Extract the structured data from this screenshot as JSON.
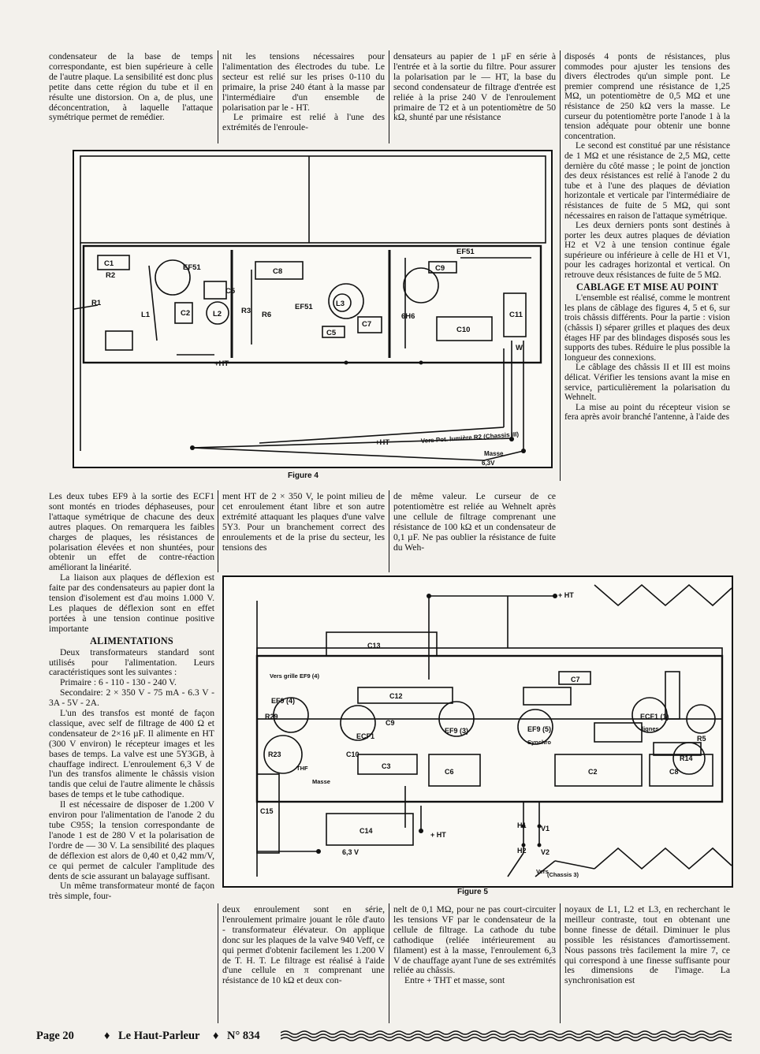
{
  "columns": {
    "c1_top": [
      "condensateur de la base de temps correspondante, est bien supérieure à celle de l'autre plaque. La sensibilité est donc plus petite dans cette région du tube et il en résulte une distorsion. On a, de plus, une déconcentration, à laquelle l'attaque symétrique permet de remédier."
    ],
    "c2_top": [
      "nit les tensions nécessaires pour l'alimentation des électrodes du tube. Le secteur est relié sur les prises 0-110 du primaire, la prise 240 étant à la masse par l'intermédiaire d'un ensemble de polarisation par le - HT.",
      "Le primaire est relié à l'une des extrémités de l'enroule-"
    ],
    "c3_top": [
      "densateurs au papier de 1 µF en série à l'entrée et à la sortie du filtre. Pour assurer la polarisation par le — HT, la base du second condensateur de filtrage d'entrée est reliée à la prise 240 V de l'enroulement primaire de T2 et à un potentiomètre de 50 kΩ, shunté par une résistance"
    ],
    "c4": [
      "disposés 4 ponts de résistances, plus commodes pour ajuster les tensions des divers électrodes qu'un simple pont. Le premier comprend une résistance de 1,25 MΩ, un potentiomètre de 0,5 MΩ et une résistance de 250 kΩ vers la masse. Le curseur du potentiomètre porte l'anode 1 à la tension adéquate pour obtenir une bonne concentration.",
      "Le second est constitué par une résistance de 1 MΩ et une résistance de 2,5 MΩ, cette dernière du côté masse ; le point de jonction des deux résistances est relié à l'anode 2 du tube et à l'une des plaques de déviation horizontale et verticale par l'intermédiaire de résistances de fuite de 5 MΩ, qui sont nécessaires en raison de l'attaque symétrique.",
      "Les deux derniers ponts sont destinés à porter les deux autres plaques de déviation H2 et V2 à une tension continue égale supérieure ou inférieure à celle de H1 et V1, pour les cadrages horizontal et vertical. On retrouve deux résistances de fuite de 5 MΩ."
    ],
    "c4_heading": "CABLAGE ET MISE AU POINT",
    "c4_b": [
      "L'ensemble est réalisé, comme le montrent les plans de câblage des figures 4, 5 et 6, sur trois châssis différents. Pour la partie : vision (châssis I) séparer grilles et plaques des deux étages HF par des blindages disposés sous les supports des tubes. Réduire le plus possible la longueur des connexions.",
      "Le câblage des châssis II et III est moins délicat. Vérifier les tensions avant la mise en service, particulièrement la polarisation du Wehnelt.",
      "La mise au point du récepteur vision se fera après avoir branché l'antenne, à l'aide des"
    ],
    "c1_mid": [
      "Les deux tubes EF9 à la sortie des ECF1 sont montés en triodes déphaseuses, pour l'attaque symétrique de chacune des deux autres plaques. On remarquera les faibles charges de plaques, les résistances de polarisation élevées et non shuntées, pour obtenir un effet de contre-réaction améliorant la linéarité.",
      "La liaison aux plaques de déflexion est faite par des condensateurs au papier dont la tension d'isolement est d'au moins 1.000 V. Les plaques de déflexion sont en effet portées à une tension continue positive importante"
    ],
    "c1_heading": "ALIMENTATIONS",
    "c1_b": [
      "Deux transformateurs standard sont utilisés pour l'alimentation. Leurs caractéristiques sont les suivantes :"
    ],
    "c1_specs": [
      "Primaire : 6 - 110 - 130 - 240 V.",
      "Secondaire: 2 × 350 V - 75 mA - 6.3 V - 3A - 5V - 2A."
    ],
    "c1_c": [
      "L'un des transfos est monté de façon classique, avec self de filtrage de 400 Ω et condensateur de 2×16 µF. Il alimente en HT (300 V environ) le récepteur images et les bases de temps. La valve est une 5Y3GB, à chauffage indirect. L'enroulement 6,3 V de l'un des transfos alimente le châssis vision tandis que celui de l'autre alimente le châssis bases de temps et le tube cathodique.",
      "Il est nécessaire de disposer de 1.200 V environ pour l'alimentation de l'anode 2 du tube C95S; la tension correspondante de l'anode 1 est de 280 V et la polarisation de l'ordre de — 30 V. La sensibilité des plaques de déflexion est alors de 0,40 et 0,42 mm/V, ce qui permet de calculer l'amplitude des dents de scie assurant un balayage suffisant.",
      "Un même transformateur monté de façon très simple, four-"
    ],
    "c2_mid": [
      "ment HT de 2 × 350 V, le point milieu de cet enroulement étant libre et son autre extrémité attaquant les plaques d'une valve 5Y3. Pour un branchement correct des enroulements et de la prise du secteur, les tensions des"
    ],
    "c3_mid": [
      "de même valeur. Le curseur de ce potentiomètre est reliée au Wehnelt après une cellule de filtrage comprenant une résistance de 100 kΩ et un condensateur de 0,1 µF. Ne pas oublier la résistance de fuite du Weh-"
    ],
    "c2_bot": [
      "deux enroulement sont en série, l'enroulement primaire jouant le rôle d'auto - transformateur élévateur. On applique donc sur les plaques de la valve 940 Veff, ce qui permet d'obtenir facilement les 1.200 V de T. H. T. Le filtrage est réalisé à l'aide d'une cellule en π comprenant une résistance de 10 kΩ et deux con-"
    ],
    "c3_bot": [
      "nelt de 0,1 MΩ, pour ne pas court-circuiter les tensions VF par le condensateur de la cellule de filtrage. La cathode du tube cathodique (reliée intérieurement au filament) est à la masse, l'enroulement 6,3 V de chauffage ayant l'une de ses extrémités reliée au châssis.",
      "Entre + THT et masse, sont"
    ],
    "c4_bot": [
      "noyaux de L1, L2 et L3, en recherchant le meilleur contraste, tout en obtenant une bonne finesse de détail. Diminuer le plus possible les résistances d'amortissement. Nous passons très facilement la mire 7, ce qui correspond à une finesse suffisante pour les dimensions de l'image. La synchronisation est"
    ]
  },
  "figure4": {
    "caption": "Figure 4",
    "labels": {
      "c1": "C1",
      "r2": "R2",
      "ef51a": "EF51",
      "r1": "R1",
      "l1": "L1",
      "c2": "C2",
      "c5a": "C5",
      "l2": "L2",
      "c8": "C8",
      "ef51b": "EF51",
      "l3": "L3",
      "c7": "C7",
      "c5b": "C5",
      "ef51c": "EF51",
      "c9": "C9",
      "c10": "C10",
      "c11": "C11",
      "h6": "6H6",
      "w": "W",
      "ht_small": "+HT",
      "ht": "+HT",
      "pot": "Vers Pot. lumière R2 (Chassis III)",
      "masse": "Masse",
      "v63": "6,3V",
      "r6": "R6",
      "r3": "R3"
    }
  },
  "figure5": {
    "caption": "Figure 5",
    "labels": {
      "ht_top": "+ HT",
      "c13": "C13",
      "vers_grille": "Vers grille EF9 (4)",
      "c12": "C12",
      "ef9a": "EF9 (4)",
      "r29": "R29",
      "r23": "R23",
      "ecf1a": "ECF1",
      "c9": "C9",
      "c10": "C10",
      "ef9b": "EF9 (3)",
      "thf": "THF",
      "masse": "Masse",
      "c3": "C3",
      "c6": "C6",
      "c14": "C14",
      "c15": "C15",
      "v63": "6,3 V",
      "ht_bot": "+ HT",
      "c7": "C7",
      "ef9c": "EF9 (5)",
      "synchro": "Synchro",
      "ecf1b": "ECF1 (1)",
      "lignes": "lignes",
      "c2": "C2",
      "c8": "C8",
      "r14": "R14",
      "h1": "H1",
      "v1": "V1",
      "h2": "H2",
      "v2": "V2",
      "vers": "Vers",
      "chassis": "(Chassis 3)",
      "r5": "R5"
    }
  },
  "footer": {
    "page": "Page 20",
    "journal": "Le Haut-Parleur",
    "number": "N° 834"
  }
}
